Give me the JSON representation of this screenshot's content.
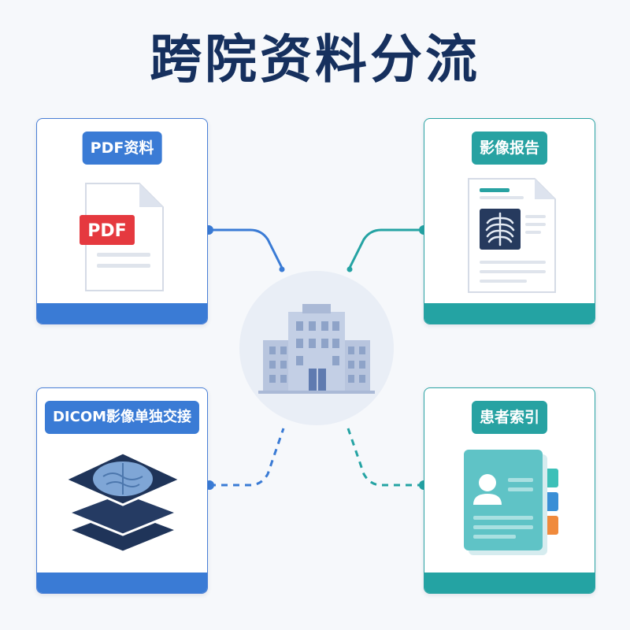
{
  "title": "跨院资料分流",
  "cards": {
    "pdf": {
      "label": "PDF资料",
      "badge": "PDF"
    },
    "report": {
      "label": "影像报告"
    },
    "dicom": {
      "label": "DICOM影像单独交接"
    },
    "index": {
      "label": "患者索引"
    }
  },
  "colors": {
    "title": "#16305e",
    "blue": "#3a7bd5",
    "teal": "#24a3a3",
    "pdf_badge": "#e5393f",
    "hub_bg": "#e9eef6",
    "building": "#aab9d6"
  },
  "icons": {
    "pdf": "pdf-document-icon",
    "report": "xray-report-icon",
    "dicom": "image-stack-icon",
    "index": "patient-folder-icon",
    "hub": "hospital-building-icon"
  }
}
